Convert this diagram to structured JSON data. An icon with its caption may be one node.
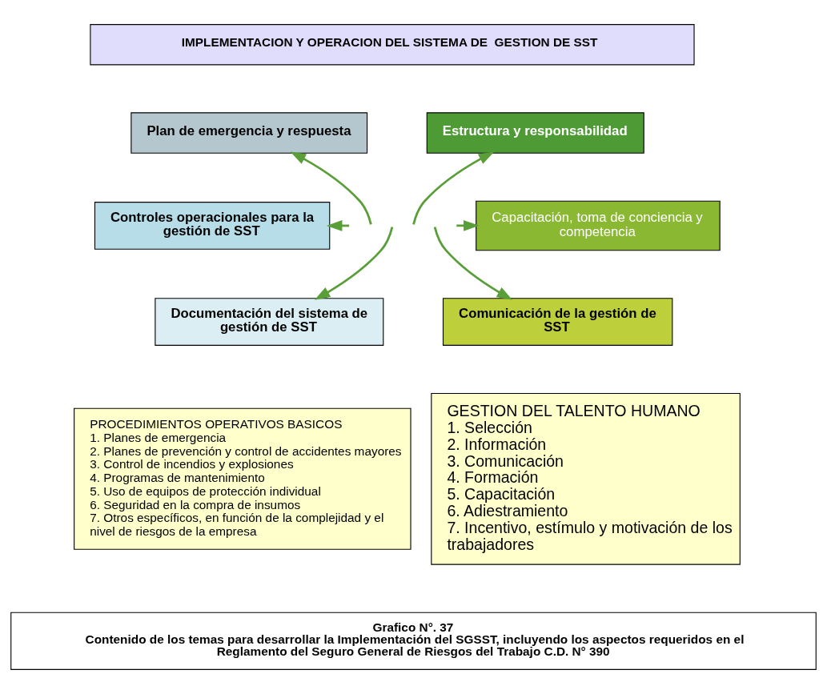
{
  "diagram": {
    "nodes": [
      {
        "text": [
          "IMPLEMENTACION Y OPERACION DEL SISTEMA DE  GESTION DE SST"
        ]
      },
      {
        "text": [
          "Plan de emergencia y respuesta"
        ]
      },
      {
        "text": [
          "Estructura y responsabilidad"
        ]
      },
      {
        "text": [
          "Controles operacionales para la gestión de SST"
        ]
      },
      {
        "text": [
          "Capacitación, toma de conciencia y competencia"
        ]
      },
      {
        "text": [
          "Documentación del sistema de gestión de SST"
        ]
      },
      {
        "text": [
          "Comunicación de la gestión de SST"
        ]
      },
      {
        "text": [
          "PROCEDIMIENTOS OPERATIVOS BASICOS",
          "1. Planes de emergencia",
          "2. Planes de prevención y control de accidentes mayores",
          "3. Control de incendios y explosiones",
          "4. Programas de mantenimiento",
          "5. Uso de equipos de protección individual",
          "6. Seguridad en la compra de insumos",
          "7. Otros específicos, en función de la complejidad y el nivel de riesgos de la empresa"
        ]
      },
      {
        "text": [
          "GESTION DEL TALENTO HUMANO",
          "1. Selección",
          "2. Información",
          "3. Comunicación",
          "4. Formación",
          "5. Capacitación",
          "6. Adiestramiento",
          "7. Incentivo, estímulo y motivación de los trabajadores"
        ]
      },
      {
        "text": [
          "Grafico N°. 37",
          "Contenido de los temas para desarrollar la Implementación del SGSST, incluyendo los aspectos requeridos en el Reglamento del Seguro General de Riesgos del Trabajo C.D. N° 390"
        ]
      }
    ],
    "edges": [
      {
        "from": null,
        "to": 1,
        "arrow": "to"
      },
      {
        "from": null,
        "to": 2,
        "arrow": "to"
      },
      {
        "from": null,
        "to": 3,
        "arrow": "to"
      },
      {
        "from": null,
        "to": 4,
        "arrow": "to"
      },
      {
        "from": null,
        "to": 5,
        "arrow": "to"
      },
      {
        "from": null,
        "to": 6,
        "arrow": "to"
      }
    ]
  }
}
